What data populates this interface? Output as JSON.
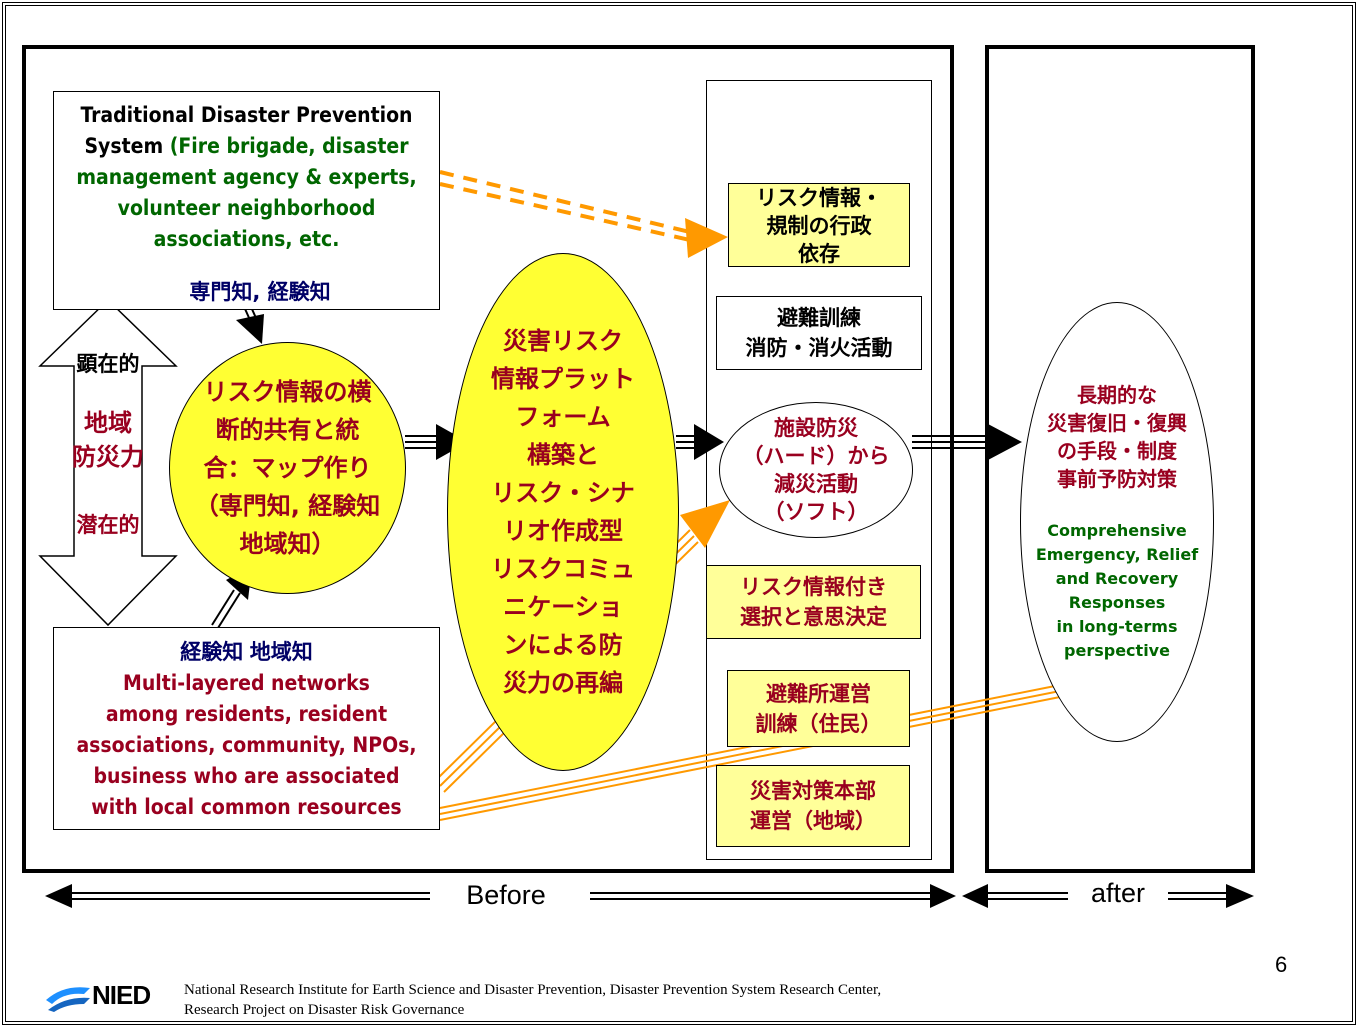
{
  "traditional_box": {
    "title": "Traditional Disaster Prevention\nSystem",
    "title_paren": " (Fire brigade, disaster\nmanagement agency & experts,\nvolunteer neighborhood\nassociations, etc.",
    "knowledge_label": "専門知, 経験知"
  },
  "community_box": {
    "knowledge_label": "経験知 地域知",
    "text": "Multi-layered networks\namong residents, resident\nassociations, community, NPOs,\nbusiness who are associated\nwith local common resources"
  },
  "capacity_arrow": {
    "top_label": "顕在的",
    "middle_label": "地域\n防災力",
    "bottom_label": "潜在的"
  },
  "ellipse_left": "リスク情報の横\n断的共有と統\n合：マップ作り\n（専門知, 経験知\n地域知）",
  "ellipse_center": "災害リスク\n情報プラット\nフォーム\n構築と\nリスク・シナ\nリオ作成型\nリスクコミュ\nニケーショ\nンによる防\n災力の再編",
  "actions": {
    "a1": "リスク情報・\n規制の行政\n依存",
    "a2": "避難訓練\n消防・消火活動",
    "a3": "施設防災\n（ハード）から\n減災活動\n（ソフト）",
    "a4": "リスク情報付き\n選択と意思決定",
    "a5": "避難所運営\n訓練（住民）",
    "a6": "災害対策本部\n運営（地域）"
  },
  "ellipse_after": {
    "jp": "長期的な\n災害復旧・復興\nの手段・制度\n事前予防対策",
    "en": "Comprehensive\nEmergency, Relief\nand Recovery\nResponses\nin long-terms\nperspective"
  },
  "timeline": {
    "before_label": "Before",
    "after_label": "after"
  },
  "page_number": "6",
  "footer": {
    "logo_text": "NIED",
    "line1": "National Research Institute for Earth Science and Disaster Prevention, Disaster Prevention System Research Center,",
    "line2": "Research Project on Disaster Risk Governance"
  },
  "colors": {
    "dark_red": "#99001f",
    "green": "#006600",
    "navy": "#000066",
    "yellow": "#ffff33",
    "light_yellow": "#ffff99",
    "orange": "#ff9900"
  }
}
